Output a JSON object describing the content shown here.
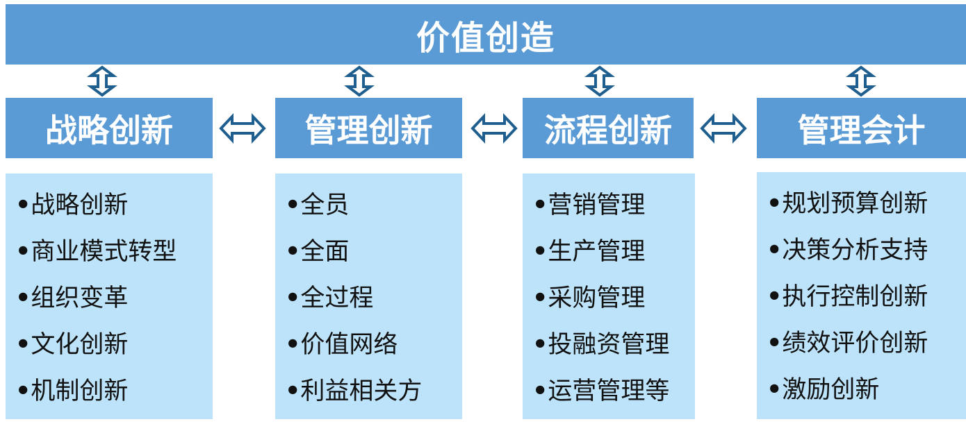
{
  "title": "价值创造",
  "bullet": "•",
  "columns": [
    {
      "header": "战略创新",
      "items": [
        "战略创新",
        "商业模式转型",
        "组织变革",
        "文化创新",
        "机制创新"
      ]
    },
    {
      "header": "管理创新",
      "items": [
        "全员",
        "全面",
        "全过程",
        "价值网络",
        "利益相关方"
      ]
    },
    {
      "header": "流程创新",
      "items": [
        "营销管理",
        "生产管理",
        "采购管理",
        "投融资管理",
        "运营管理等"
      ]
    },
    {
      "header": "管理会计",
      "items": [
        "规划预算创新",
        "决策分析支持",
        "执行控制创新",
        "绩效评价创新",
        "激励创新"
      ]
    }
  ],
  "colors": {
    "banner": "#5b9bd5",
    "header": "#5b9bd5",
    "list_background": "#bde3fa",
    "arrow_fill": "#ffffff",
    "arrow_stroke": "#1f5f8f"
  }
}
